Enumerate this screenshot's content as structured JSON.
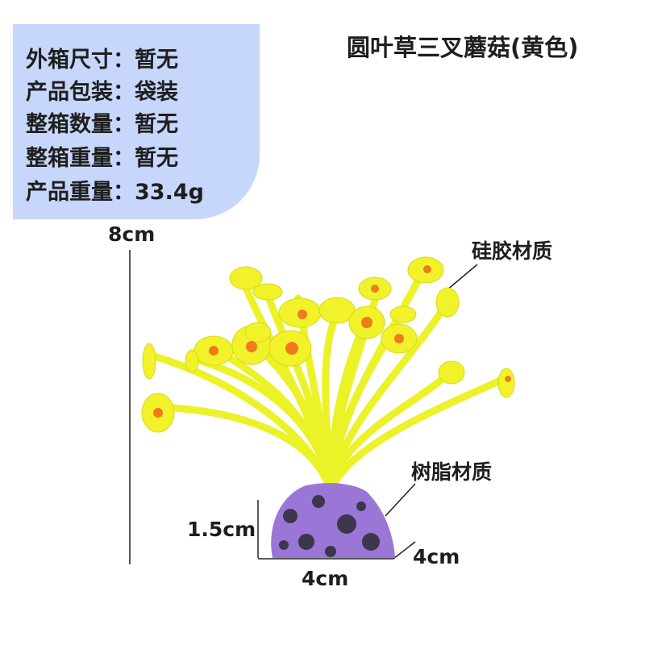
{
  "info_panel": {
    "rows": [
      "外箱尺寸：暂无",
      "产品包装：袋装",
      "整箱数量：暂无",
      "整箱重量：暂无",
      "产品重量：33.4g"
    ],
    "background_color": "#c7d6fb"
  },
  "product_title": "圆叶草三叉蘑菇(黄色)",
  "dimensions": {
    "height": "8cm",
    "base_height": "1.5cm",
    "base_depth": "4cm",
    "base_width": "4cm"
  },
  "callouts": {
    "top_material": "硅胶材质",
    "base_material": "树脂材质"
  },
  "colors": {
    "plant_yellow": "#f2f22a",
    "cap_center": "#f07a1c",
    "base_purple": "#9a77d6",
    "base_dark": "#2c2c34"
  }
}
